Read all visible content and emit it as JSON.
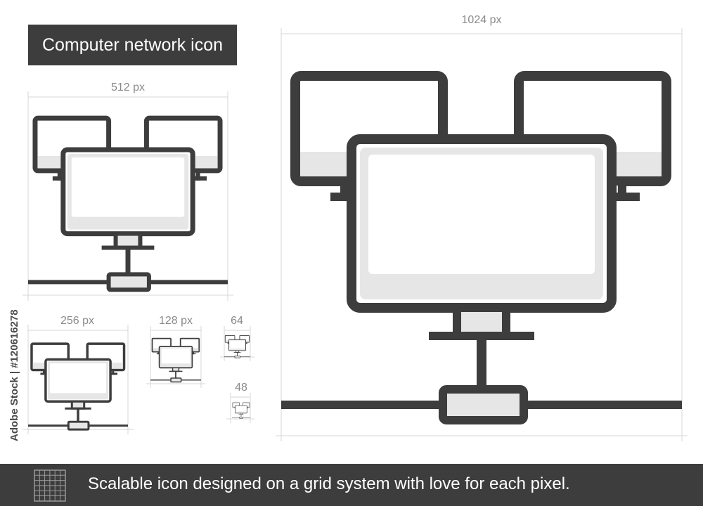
{
  "title": "Computer network icon",
  "sizes": {
    "large": "1024 px",
    "medium": "512 px",
    "small": "256 px",
    "xsmall": "128 px",
    "tiny": "64",
    "micro": "48"
  },
  "stock_id": "Adobe Stock | #120616278",
  "footer": {
    "text": "Scalable icon designed on a grid system with love for each pixel.",
    "icon": "grid-icon"
  },
  "colors": {
    "outline": "#3d3d3d",
    "fill": "#ffffff",
    "shade": "#e6e6e6",
    "guide": "#d7d7d7",
    "label": "#8a8a8a",
    "banner": "#3d3d3d"
  }
}
